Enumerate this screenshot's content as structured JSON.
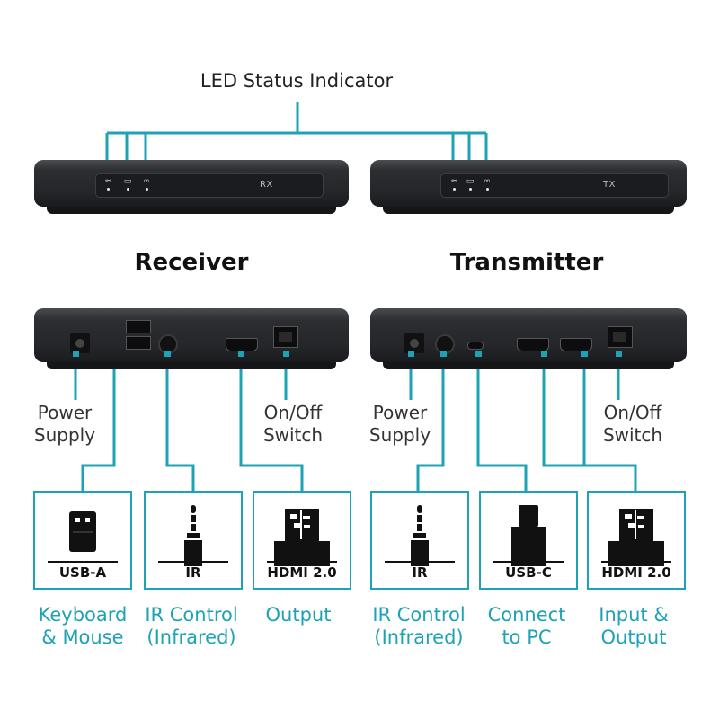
{
  "led_title": "LED Status Indicator",
  "receiver": {
    "heading": "Receiver",
    "front_tag": "RX",
    "left_label": [
      "Power",
      "Supply"
    ],
    "right_label": [
      "On/Off",
      "Switch"
    ],
    "connectors": [
      {
        "label": "USB-A",
        "caption": [
          "Keyboard",
          "& Mouse"
        ]
      },
      {
        "label": "IR",
        "caption": [
          "IR Control",
          "(Infrared)"
        ]
      },
      {
        "label": "HDMI 2.0",
        "caption": [
          "Output",
          ""
        ]
      }
    ]
  },
  "transmitter": {
    "heading": "Transmitter",
    "front_tag": "TX",
    "left_label": [
      "Power",
      "Supply"
    ],
    "right_label": [
      "On/Off",
      "Switch"
    ],
    "connectors": [
      {
        "label": "IR",
        "caption": [
          "IR Control",
          "(Infrared)"
        ]
      },
      {
        "label": "USB-C",
        "caption": [
          "Connect",
          "to PC"
        ]
      },
      {
        "label": "HDMI 2.0",
        "caption": [
          "Input &",
          "Output"
        ]
      }
    ]
  },
  "colors": {
    "accent": "#1da3b5",
    "device": "#2a2c30",
    "text": "#222222"
  },
  "led_icons": [
    "wifi-icon",
    "monitor-icon",
    "link-icon"
  ]
}
